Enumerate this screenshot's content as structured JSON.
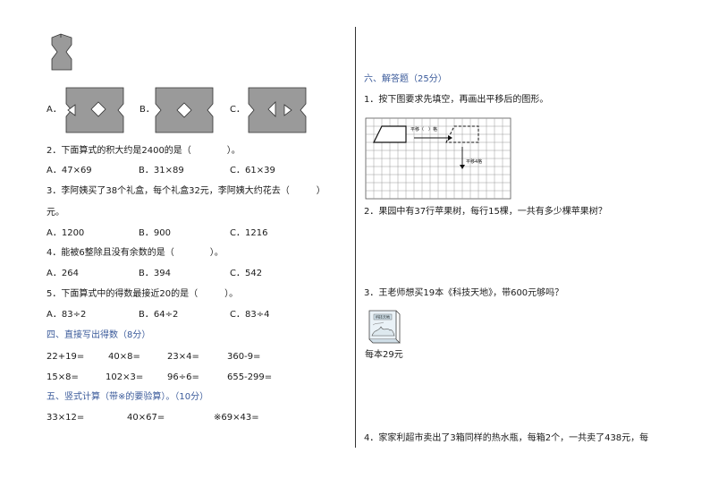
{
  "left": {
    "fold_options": {
      "a": "A．",
      "b": "B．",
      "c": "C．"
    },
    "q2": {
      "stem": "2．下面算式的积大约是2400的是（　　　　）。",
      "a": "A．47×69",
      "b": "B．31×89",
      "c": "C．61×39"
    },
    "q3": {
      "stem": "3．李阿姨买了38个礼盒，每个礼盒32元，李阿姨大约花去（　　　）",
      "stem_cont": "元。",
      "a": "A．1200",
      "b": "B．900",
      "c": "C．1216"
    },
    "q4": {
      "stem": "4．能被6整除且没有余数的是（　　　　）。",
      "a": "A．264",
      "b": "B．394",
      "c": "C．542"
    },
    "q5": {
      "stem": "5．下面算式中的得数最接近20的是（　　　）。",
      "a": "A．83÷2",
      "b": "B．64÷2",
      "c": "C．83÷4"
    },
    "section4": {
      "title": "四、直接写出得数（8分）",
      "row1": [
        "22+19=",
        "40×8=",
        "23×4=",
        "360-9="
      ],
      "row2": [
        "15×8=",
        "102×3=",
        "96÷6=",
        "655-299="
      ]
    },
    "section5": {
      "title": "五、竖式计算（带※的要验算）。（10分）",
      "items": [
        "33×12=",
        "40×67=",
        "※69×43="
      ]
    }
  },
  "right": {
    "section6": {
      "title": "六、解答题（25分）"
    },
    "q1": {
      "stem": "1．按下图要求先填空，再画出平移后的图形。",
      "arrow_right_label": "平移（　）格",
      "arrow_down_label": "平移4格"
    },
    "q2": {
      "stem": "2．果园中有37行苹果树，每行15棵，一共有多少棵苹果树？"
    },
    "q3": {
      "stem": "3．王老师想买19本《科技天地》，带600元够吗？",
      "book_title": "科技天地",
      "price": "每本29元"
    },
    "q4": {
      "stem": "4．家家利超市卖出了3箱同样的热水瓶，每箱2个，一共卖了438元，每"
    }
  }
}
